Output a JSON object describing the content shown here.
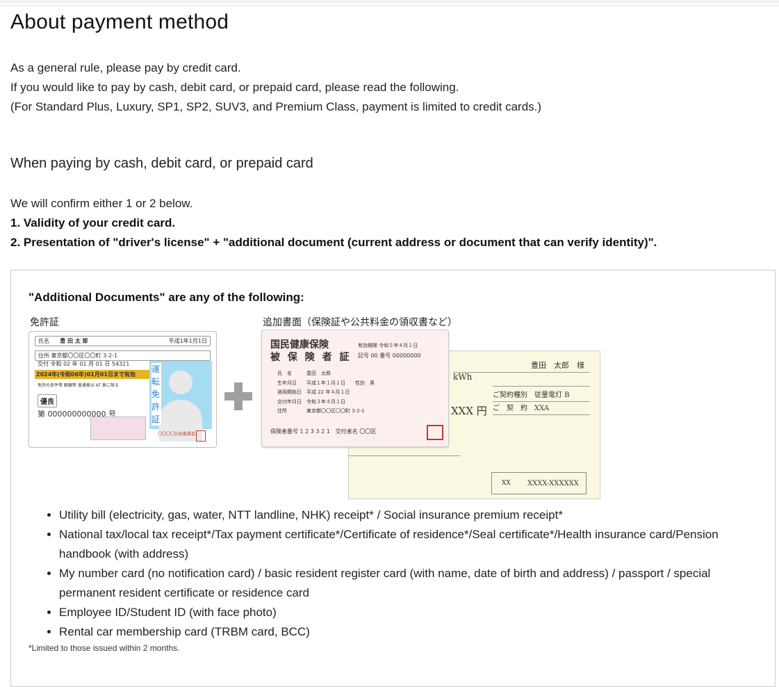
{
  "page": {
    "title": "About payment method",
    "intro": [
      "As a general rule, please pay by credit card.",
      "If you would like to pay by cash, debit card, or prepaid card, please read the following.",
      "(For Standard Plus, Luxury, SP1, SP2, SUV3, and Premium Class, payment is limited to credit cards.)"
    ],
    "subheading": "When paying by cash, debit card, or prepaid card",
    "confirm_intro": "We will confirm either 1 or 2 below.",
    "confirm_items": [
      "1. Validity of your credit card.",
      "2. Presentation of \"driver's license\" + \"additional document (current address or document that can verify identity)\"."
    ]
  },
  "box": {
    "heading": "\"Additional Documents\" are any of the following:",
    "license_label": "免許証",
    "additional_label": "追加書面（保険証や公共料金の領収書など）",
    "license_card": {
      "name_label": "氏名",
      "name": "豊 田 太 郎",
      "birth": "平成1年1月1日",
      "address": "住所 東京都〇〇区〇〇町 3-2-1",
      "issued": "交付 令和 02 年 01 月 01 日 54321",
      "expiry": "2024年(令和06年)01月01日まで有効",
      "conditions": "免許の条件等 眼鏡等 普通車は AT 車に限る",
      "badge": "優良",
      "number": "第 000000000000 号",
      "vertical": "運転免許証",
      "authority": "〇〇〇〇公安委員会"
    },
    "insurance_card": {
      "title1": "国民健康保険",
      "title2": "被 保 険 者 証",
      "validity": "有効期限 令和５年４月１日",
      "number": "記号 00 番号 00000000",
      "rows": [
        "氏　名　　　豊田　太郎",
        "生年月日　　平成１年１月１日　　性別　男",
        "適用開始日　平成 22 年４月１日",
        "交付年月日　令和３年４月１日",
        "住所　　　　東京都〇〇区〇〇町 3-2-1"
      ],
      "insurer": "保険者番号 1 2 3 3 2 1　交付者名 〇〇区"
    },
    "bill": {
      "addressee": "豊田　太郎　様",
      "contract_type": "ご契約種別　従量電灯 B",
      "contract": "ご　契　約　XXA",
      "kwh": "kWh",
      "amount": "XXX 円",
      "customer_no": "XXXX-XXXXXX",
      "area": "XX"
    },
    "bullets": [
      "Utility bill (electricity, gas, water, NTT landline, NHK) receipt* / Social insurance premium receipt*",
      "National tax/local tax receipt*/Tax payment certificate*/Certificate of residence*/Seal certificate*/Health insurance card/Pension handbook (with address)",
      "My number card (no notification card) / basic resident register card (with name, date of birth and address) / passport / special permanent resident certificate or residence card",
      "Employee ID/Student ID (with face photo)",
      "Rental car membership card (TRBM card, BCC)"
    ],
    "footnote": "*Limited to those issued within 2 months."
  },
  "icons": {
    "plus": "plus-icon",
    "bullet": "disc"
  },
  "colors": {
    "expiry_band": "#e6b422",
    "photo_bg": "#a6dcf3",
    "insurance_bg": "#fcf0ee",
    "bill_bg": "#fbf8e2",
    "plus": "#a0a0a0"
  }
}
